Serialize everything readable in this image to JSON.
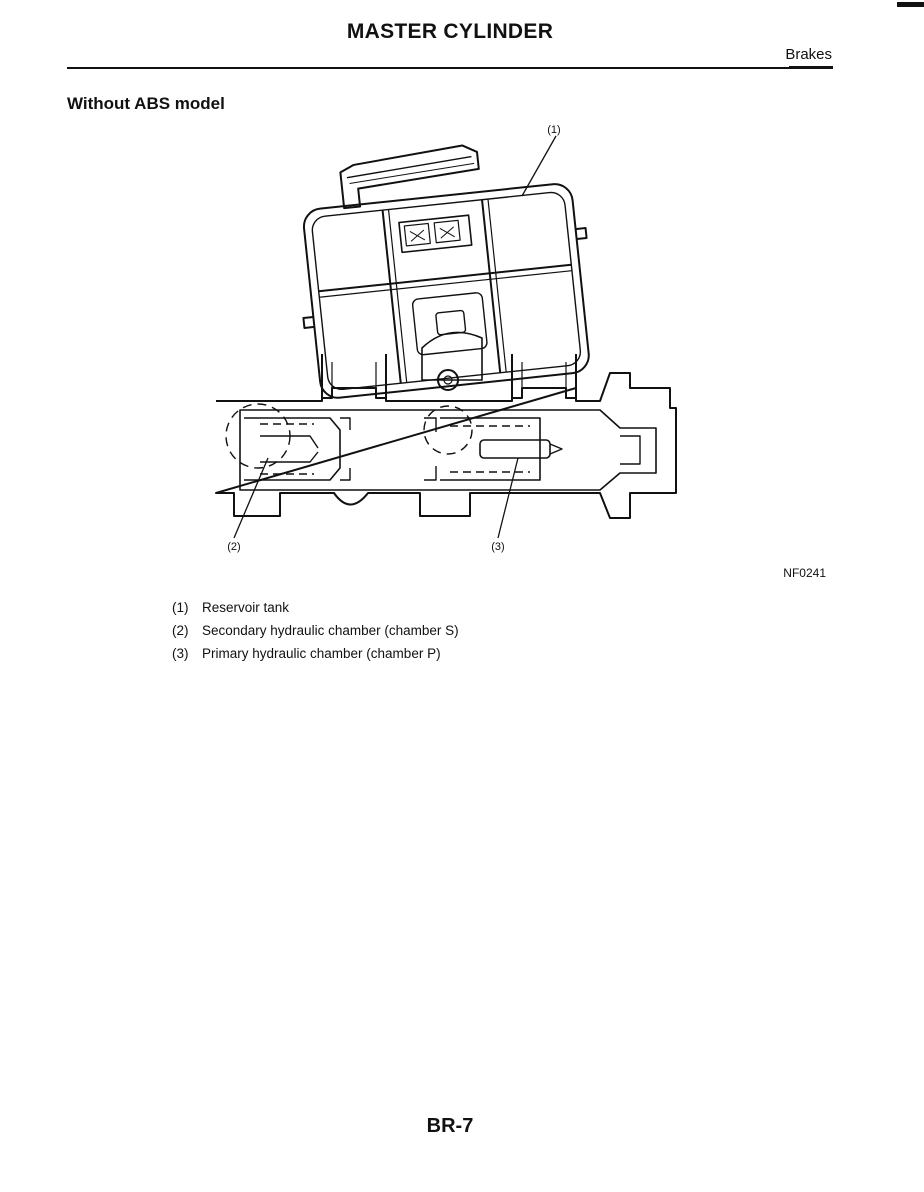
{
  "header": {
    "title": "MASTER CYLINDER",
    "section": "Brakes"
  },
  "subheading": "Without ABS model",
  "diagram": {
    "callouts": [
      "(1)",
      "(2)",
      "(3)"
    ],
    "figure_code": "NF0241"
  },
  "legend": [
    {
      "num": "(1)",
      "label": "Reservoir tank"
    },
    {
      "num": "(2)",
      "label": "Secondary hydraulic chamber (chamber S)"
    },
    {
      "num": "(3)",
      "label": "Primary hydraulic chamber (chamber P)"
    }
  ],
  "footer": {
    "page_number": "BR-7"
  }
}
